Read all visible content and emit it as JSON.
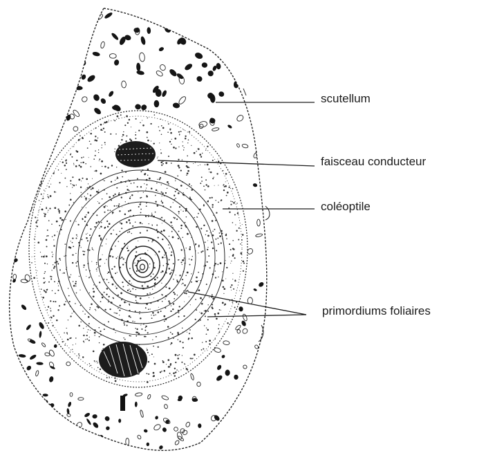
{
  "labels": {
    "scutellum": "scutellum",
    "vascular_bundle": "faisceau conducteur",
    "coleoptile": "coléoptile",
    "leaf_primordia": "primordiums foliaires"
  }
}
